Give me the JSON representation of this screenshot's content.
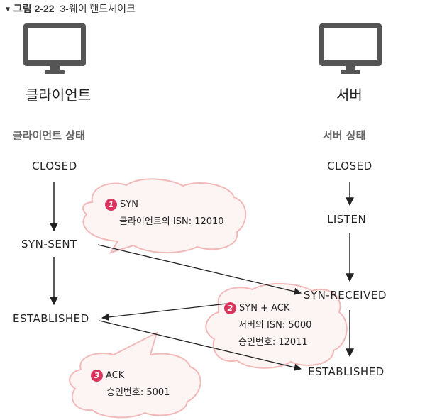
{
  "figure": {
    "marker": "▼",
    "number": "그림 2-22",
    "title": "3-웨이 핸드셰이크"
  },
  "client": {
    "label": "클라이언트",
    "state_header": "클라이언트 상태",
    "states": [
      "CLOSED",
      "SYN-SENT",
      "ESTABLISHED"
    ]
  },
  "server": {
    "label": "서버",
    "state_header": "서버 상태",
    "states": [
      "CLOSED",
      "LISTEN",
      "SYN-RECEIVED",
      "ESTABLISHED"
    ]
  },
  "messages": [
    {
      "step": "1",
      "title": "SYN",
      "lines": [
        "클라이언트의 ISN: 12010"
      ]
    },
    {
      "step": "2",
      "title": "SYN + ACK",
      "lines": [
        "서버의 ISN: 5000",
        "승인번호: 12011"
      ]
    },
    {
      "step": "3",
      "title": "ACK",
      "lines": [
        "승인번호: 5001"
      ]
    }
  ],
  "colors": {
    "badge": "#d8365f",
    "bubble_stroke": "#f2b9b9",
    "bubble_fill": "#fdf4f4",
    "monitor": "#555555"
  }
}
